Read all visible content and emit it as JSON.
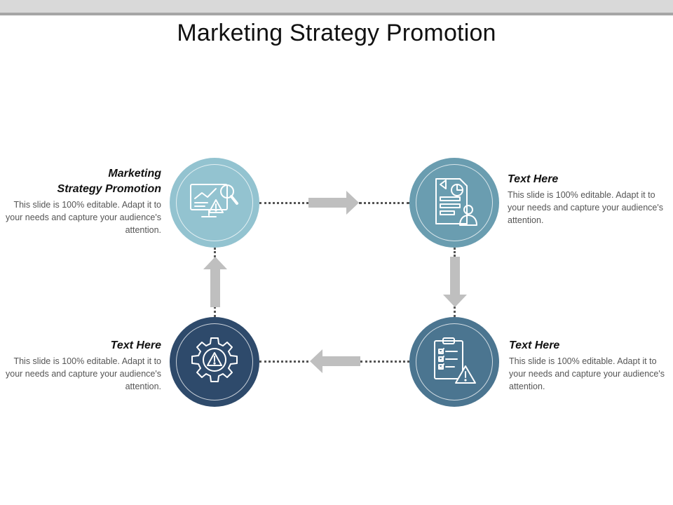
{
  "title": "Marketing Strategy Promotion",
  "blocks": {
    "top_left": {
      "heading_line1": "Marketing",
      "heading_line2": "Strategy Promotion",
      "body": "This slide is 100% editable. Adapt it to your needs and capture your audience's attention."
    },
    "top_right": {
      "heading": "Text Here",
      "body": "This slide is 100% editable. Adapt it to your needs and capture your audience's attention."
    },
    "bottom_right": {
      "heading": "Text Here",
      "body": "This slide is 100% editable. Adapt it to your needs and capture your audience's attention."
    },
    "bottom_left": {
      "heading": "Text Here",
      "body": "This slide is 100% editable. Adapt it to your needs and capture your audience's attention."
    }
  },
  "icons": {
    "top_left": "analytics-monitor-warning-icon",
    "top_right": "report-user-icon",
    "bottom_right": "checklist-warning-icon",
    "bottom_left": "gear-warning-icon"
  },
  "colors": {
    "node_top_left": "#93c3d0",
    "node_top_right": "#6a9db0",
    "node_bottom_right": "#4b7590",
    "node_bottom_left": "#2e4a6b",
    "arrow": "#bfbfbf"
  }
}
